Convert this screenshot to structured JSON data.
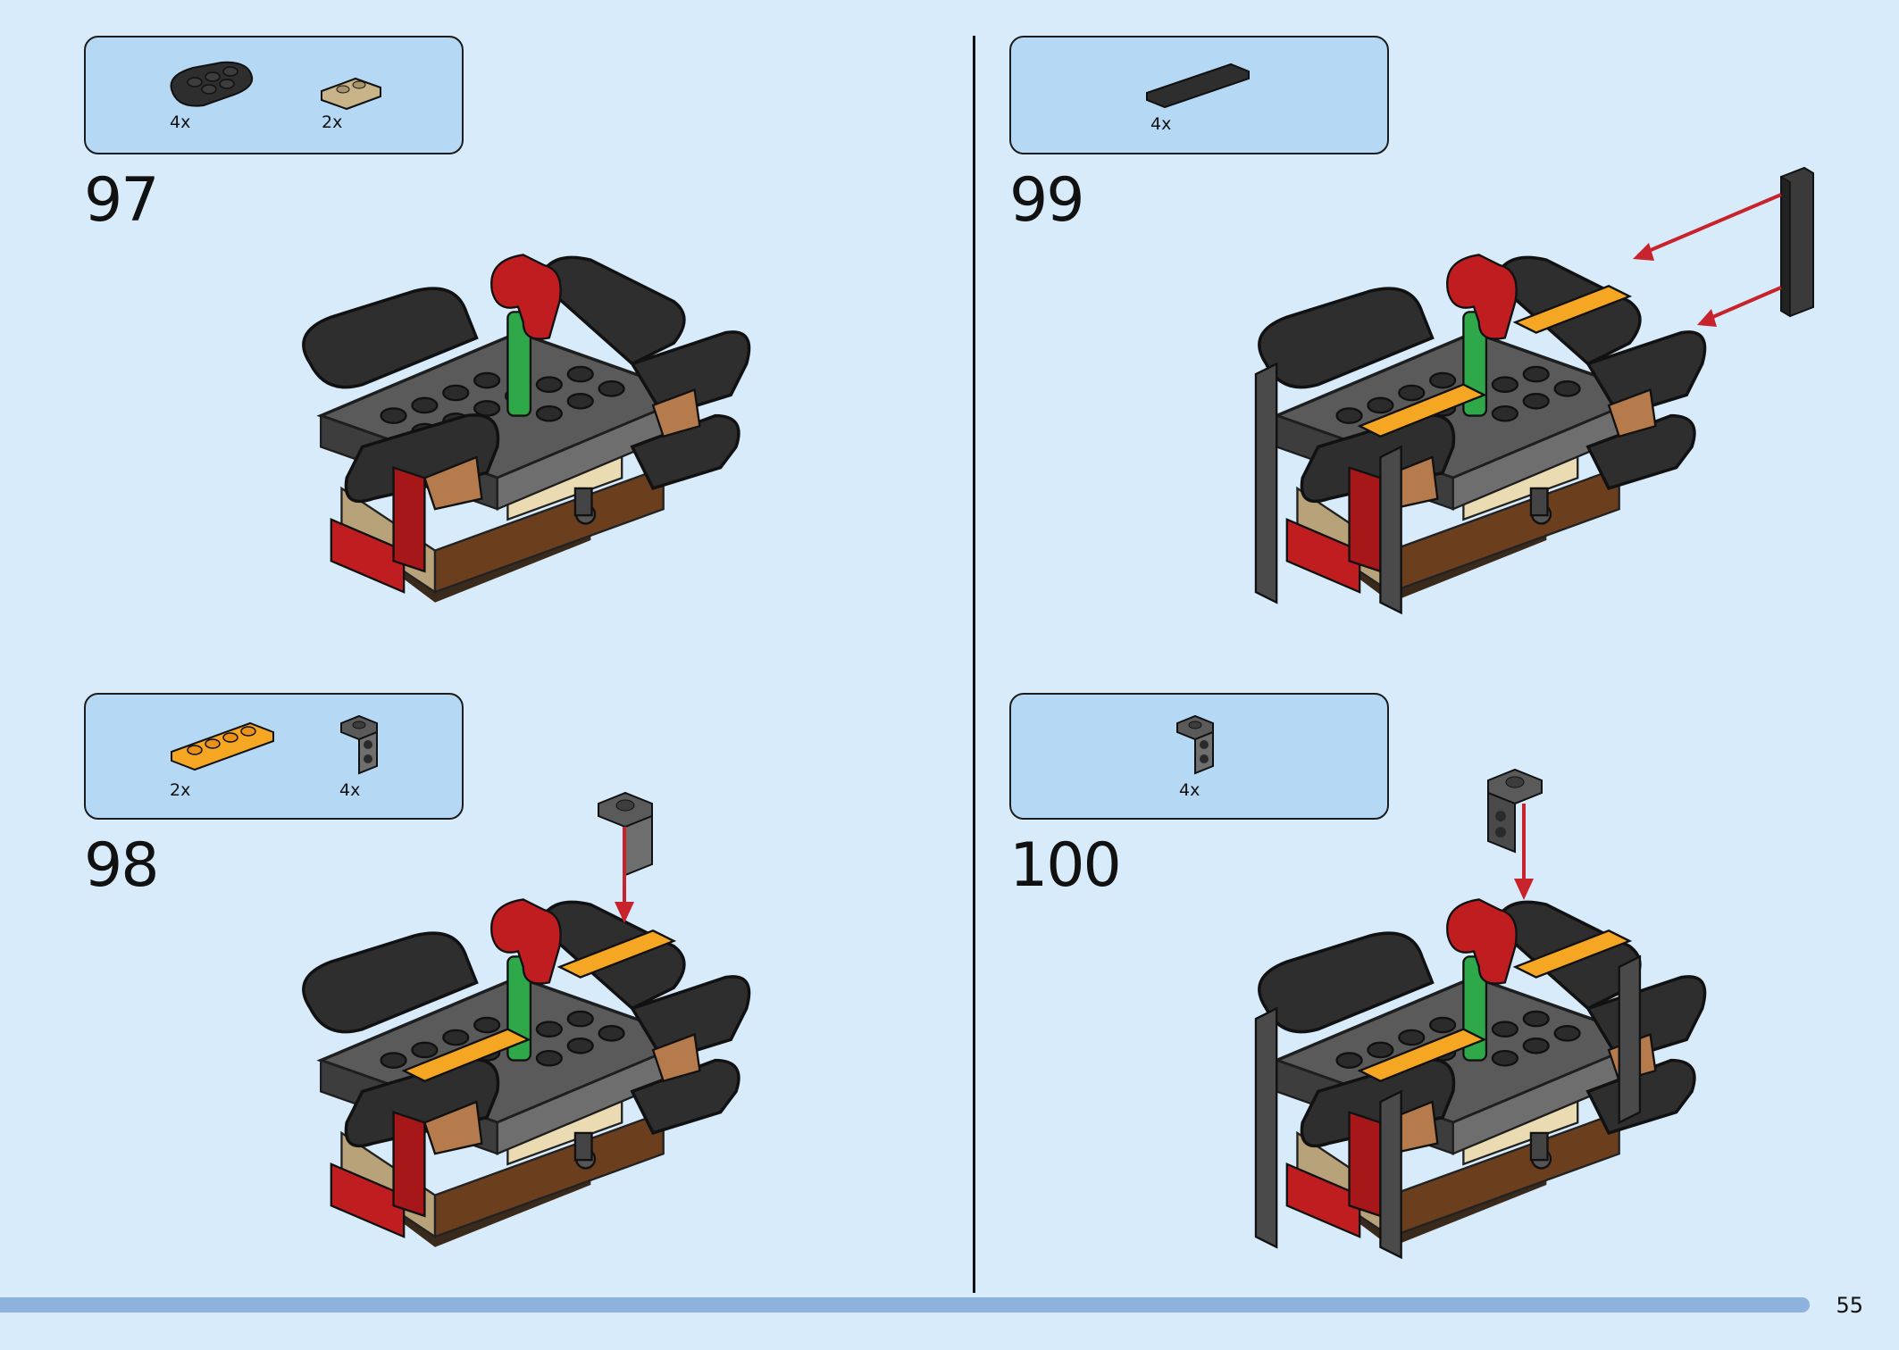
{
  "steps": [
    {
      "number": "97",
      "parts": [
        {
          "qty": "4x",
          "icon": "black-round-plate-icon"
        },
        {
          "qty": "2x",
          "icon": "tan-plate-icon"
        }
      ]
    },
    {
      "number": "98",
      "parts": [
        {
          "qty": "2x",
          "icon": "orange-plate-1x4-icon"
        },
        {
          "qty": "4x",
          "icon": "gray-bracket-icon"
        }
      ]
    },
    {
      "number": "99",
      "parts": [
        {
          "qty": "4x",
          "icon": "black-tile-icon"
        }
      ]
    },
    {
      "number": "100",
      "parts": [
        {
          "qty": "4x",
          "icon": "gray-bracket-icon"
        }
      ]
    }
  ],
  "page": {
    "number": "55"
  },
  "colors": {
    "background": "#d7ebfa",
    "parts_box": "#b5d8f5",
    "progress": "#8fb1dd",
    "arrow": "#c8232c",
    "black_brick": "#2e2e2e",
    "gray_brick": "#5a5a5a",
    "red_brick": "#c01d20",
    "green_brick": "#2fa84a",
    "tan_brick": "#c9b48a",
    "orange_brick": "#f5a623"
  }
}
